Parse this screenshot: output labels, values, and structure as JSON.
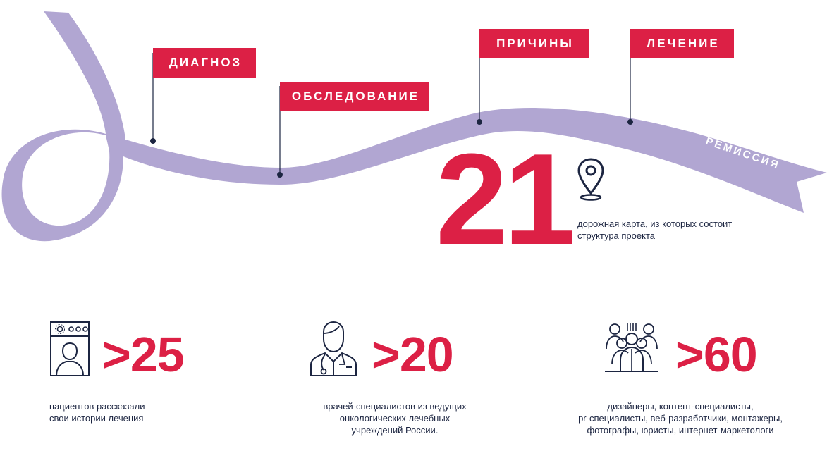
{
  "colors": {
    "accent_red": "#dc2045",
    "ribbon_lilac": "#b1a6d2",
    "navy": "#1c2541"
  },
  "roadmap": {
    "flags": [
      {
        "label": "ДИАГНОЗ"
      },
      {
        "label": "ОБСЛЕДОВАНИЕ"
      },
      {
        "label": "ПРИЧИНЫ"
      },
      {
        "label": "ЛЕЧЕНИЕ"
      }
    ],
    "ribbon_end_label": "РЕМИССИЯ"
  },
  "headline": {
    "number": "21",
    "icon": "location-pin-icon",
    "caption": "дорожная карта, из которых состоит структура проекта"
  },
  "stats": [
    {
      "icon": "patient-portrait-icon",
      "value": ">25",
      "caption": "пациентов рассказали\nсвои истории лечения"
    },
    {
      "icon": "doctor-icon",
      "value": ">20",
      "caption": "врачей-специалистов из ведущих\nонкологических лечебных\nучреждений России."
    },
    {
      "icon": "team-icon",
      "value": ">60",
      "caption": "дизайнеры, контент-специалисты,\npr-специалисты, веб-разработчики, монтажеры,\nфотографы, юристы, интернет-маркетологи"
    }
  ]
}
